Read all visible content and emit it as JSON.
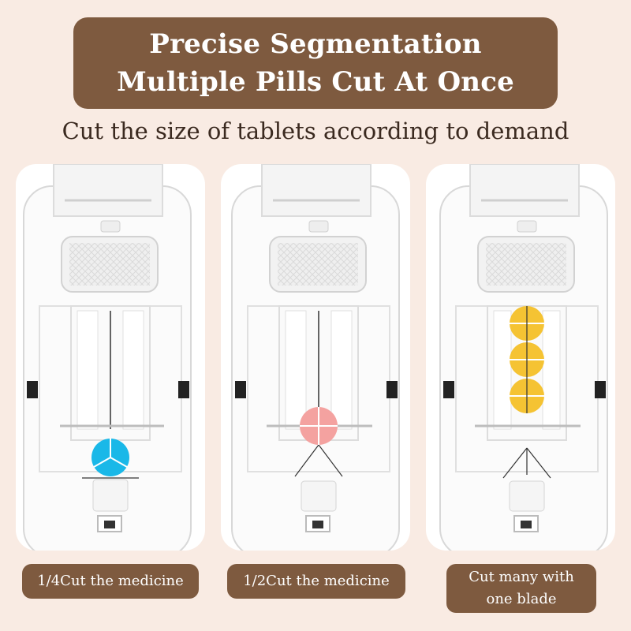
{
  "banner": {
    "line1": "Precise Segmentation",
    "line2": "Multiple Pills Cut At Once"
  },
  "subtitle": "Cut the size of tablets according to demand",
  "panels": [
    {
      "caption": "1/4Cut the medicine",
      "pill_color": "#1ab8e8"
    },
    {
      "caption": "1/2Cut the medicine",
      "pill_color": "#f4a2a0"
    },
    {
      "caption_line1": "Cut many with",
      "caption_line2": "one blade",
      "pill_color": "#f5c333"
    }
  ],
  "colors": {
    "background": "#f9ebe3",
    "accent_brown": "#7e5a3f",
    "text_dark": "#3b2a20"
  }
}
